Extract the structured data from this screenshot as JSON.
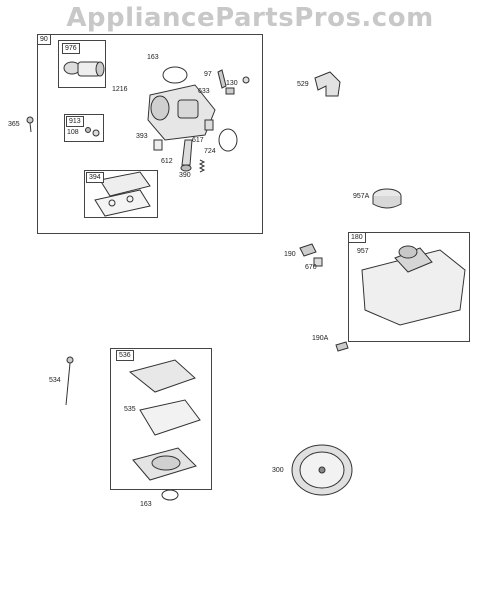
{
  "watermark": "AppliancePartsPros.com",
  "groups": {
    "carburetor": "90",
    "tank": "180",
    "air_cleaner": "536"
  },
  "subkits": {
    "k976": "976",
    "k913": "913",
    "k394": "394"
  },
  "parts": {
    "p163a": "163",
    "p97": "97",
    "p1216": "1216",
    "p633": "633",
    "p130": "130",
    "p365": "365",
    "p108": "108",
    "p393": "393",
    "p617": "617",
    "p724": "724",
    "p612": "612",
    "p390": "390",
    "p529": "529",
    "p957a": "957A",
    "p190": "190",
    "p670": "670",
    "p957": "957",
    "p190a": "190A",
    "p534": "534",
    "p535": "535",
    "p163b": "163",
    "p300": "300"
  }
}
